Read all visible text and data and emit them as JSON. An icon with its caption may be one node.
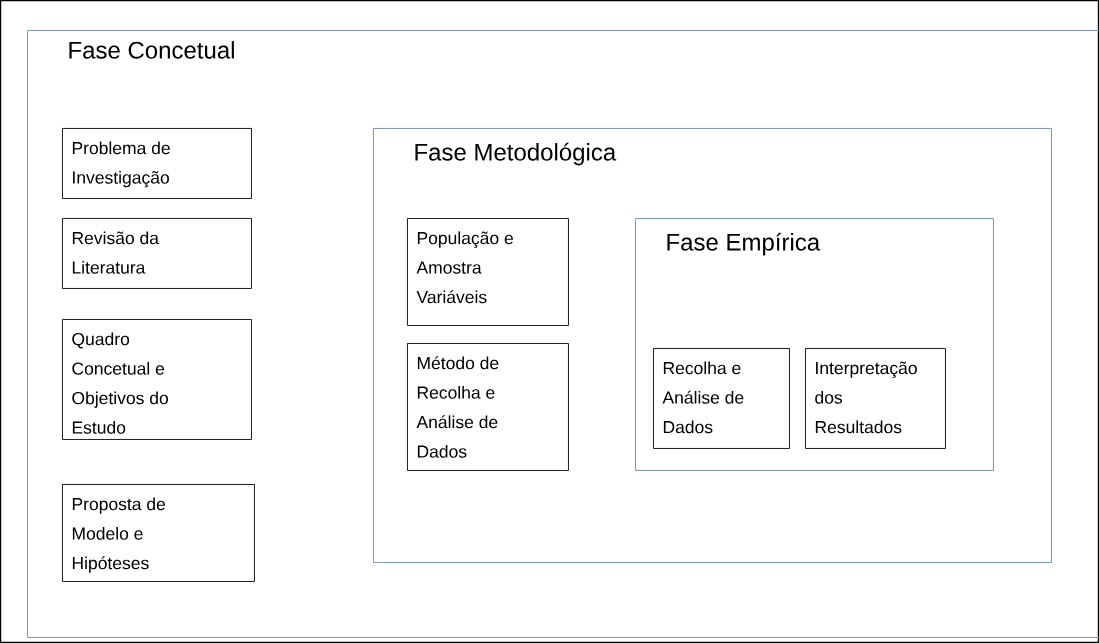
{
  "diagram": {
    "nodes": [
      {
        "text": [
          "Fase Concetual"
        ]
      },
      {
        "text": [
          "Problema de Investigação"
        ],
        "in": 0
      },
      {
        "text": [
          "Revisão da Literatura"
        ],
        "in": 0
      },
      {
        "text": [
          "Quadro Concetual e Objetivos do Estudo"
        ],
        "in": 0
      },
      {
        "text": [
          "Proposta de Modelo e Hipóteses"
        ],
        "in": 0
      },
      {
        "text": [
          "Fase Metodológica"
        ],
        "in": 0
      },
      {
        "text": [
          "População e Amostra Variáveis"
        ],
        "in": 5
      },
      {
        "text": [
          "Método de Recolha e Análise de Dados"
        ],
        "in": 5
      },
      {
        "text": [
          "Fase Empírica"
        ],
        "in": 5
      },
      {
        "text": [
          "Recolha e Análise de Dados"
        ],
        "in": 8
      },
      {
        "text": [
          "Interpretação dos Resultados"
        ],
        "in": 8
      }
    ]
  }
}
